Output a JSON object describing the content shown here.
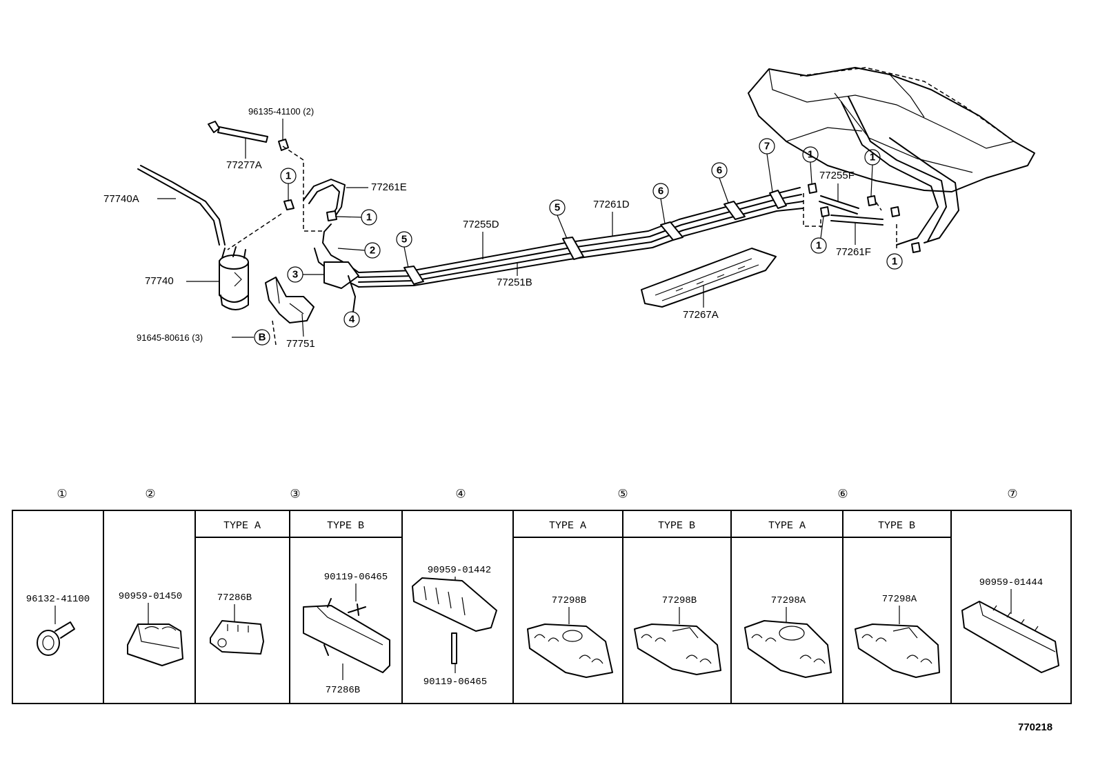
{
  "labels": {
    "p96135": "96135-41100 (2)",
    "p77277A": "77277A",
    "p77740A": "77740A",
    "p77261E": "77261E",
    "p77740": "77740",
    "p91645": "91645-80616 (3)",
    "p77751": "77751",
    "p77255D": "77255D",
    "p77251B": "77251B",
    "p77261D": "77261D",
    "p77267A": "77267A",
    "p77255F": "77255F",
    "p77261F": "77261F",
    "diagram_id": "770218"
  },
  "callouts": {
    "c1": "1",
    "c2": "2",
    "c3": "3",
    "c4": "4",
    "c5": "5",
    "c6": "6",
    "c7": "7",
    "cB": "B"
  },
  "table": {
    "headers": [
      "①",
      "②",
      "③",
      "④",
      "⑤",
      "⑥",
      "⑦"
    ],
    "types": {
      "a": "TYPE  A",
      "b": "TYPE  B"
    },
    "parts": {
      "c1": "96132-41100",
      "c2": "90959-01450",
      "c3a": "77286B",
      "c3b_top": "90119-06465",
      "c3b_bot": "77286B",
      "c4_top": "90959-01442",
      "c4_bot": "90119-06465",
      "c5a": "77298B",
      "c5b": "77298B",
      "c6a": "77298A",
      "c6b": "77298A",
      "c7": "90959-01444"
    }
  }
}
